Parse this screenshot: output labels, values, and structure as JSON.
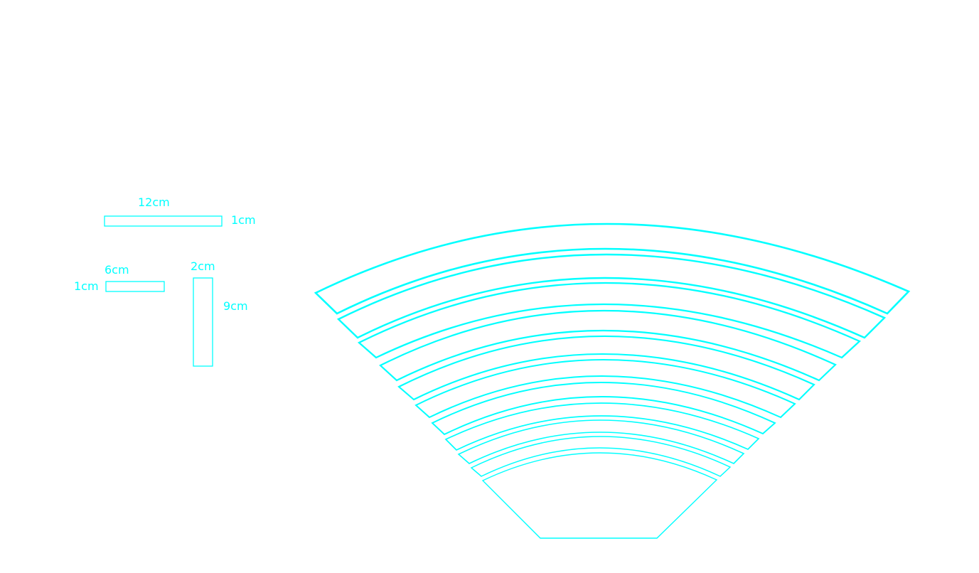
{
  "colors": {
    "background": "#ffffff",
    "stroke": "#00ffff"
  },
  "labels": {
    "piece_a_width": "12cm",
    "piece_a_height": "1cm",
    "piece_b_width": "6cm",
    "piece_b_height": "1cm",
    "piece_c_width": "2cm",
    "piece_c_height": "9cm"
  }
}
